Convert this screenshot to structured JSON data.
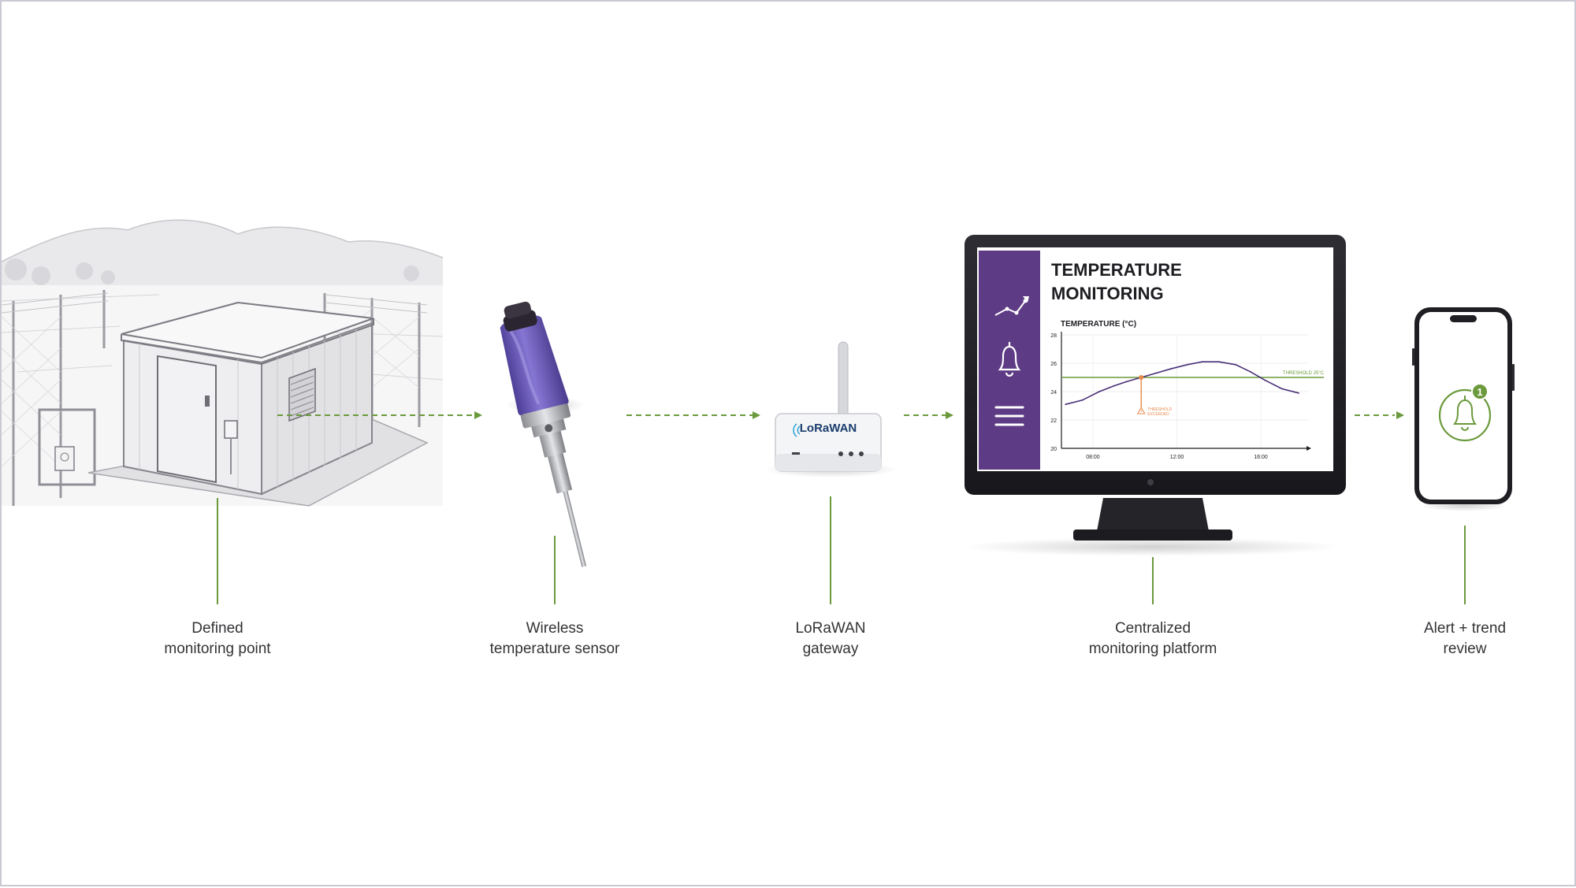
{
  "steps": [
    {
      "line1": "Defined",
      "line2": "monitoring point"
    },
    {
      "line1": "Wireless",
      "line2": "temperature sensor"
    },
    {
      "line1": "LoRaWAN",
      "line2": "gateway"
    },
    {
      "line1": "Centralized",
      "line2": "monitoring platform"
    },
    {
      "line1": "Alert + trend",
      "line2": "review"
    }
  ],
  "gateway": {
    "logo": "LoRaWAN"
  },
  "platform": {
    "title_line1": "TEMPERATURE",
    "title_line2": "MONITORING",
    "sidebar_icons": [
      "trend-icon",
      "bell-icon",
      "menu-icon"
    ]
  },
  "phone": {
    "badge_count": "1",
    "icon": "bell-icon"
  },
  "colors": {
    "accent_green": "#6b9a3c",
    "purple": "#5e3b85",
    "sensor_purple": "#6d5bbd",
    "alert_orange": "#e8884a"
  },
  "chart_data": {
    "type": "line",
    "ylabel": "TEMPERATURE (°C)",
    "ylim": [
      20,
      28
    ],
    "yticks": [
      20,
      22,
      24,
      26,
      28
    ],
    "xlim": [
      6.5,
      19
    ],
    "xticks": [
      "08:00",
      "12:00",
      "16:00"
    ],
    "xtick_values": [
      8,
      12,
      16
    ],
    "threshold": {
      "value": 25,
      "label": "THRESHOLD 25°C"
    },
    "annotation": {
      "x": 10.3,
      "y": 25,
      "label_line1": "THRESHOLD",
      "label_line2": "EXCEEDED"
    },
    "series": [
      {
        "x": [
          6.7,
          7.5,
          8.3,
          9.0,
          9.6,
          10.3,
          11.0,
          11.7,
          12.5,
          13.2,
          14.0,
          14.8,
          15.5,
          16.2,
          17.0,
          17.8
        ],
        "y": [
          23.1,
          23.4,
          24.0,
          24.4,
          24.7,
          25.0,
          25.3,
          25.6,
          25.9,
          26.1,
          26.1,
          25.9,
          25.4,
          24.8,
          24.2,
          23.9
        ]
      }
    ]
  }
}
